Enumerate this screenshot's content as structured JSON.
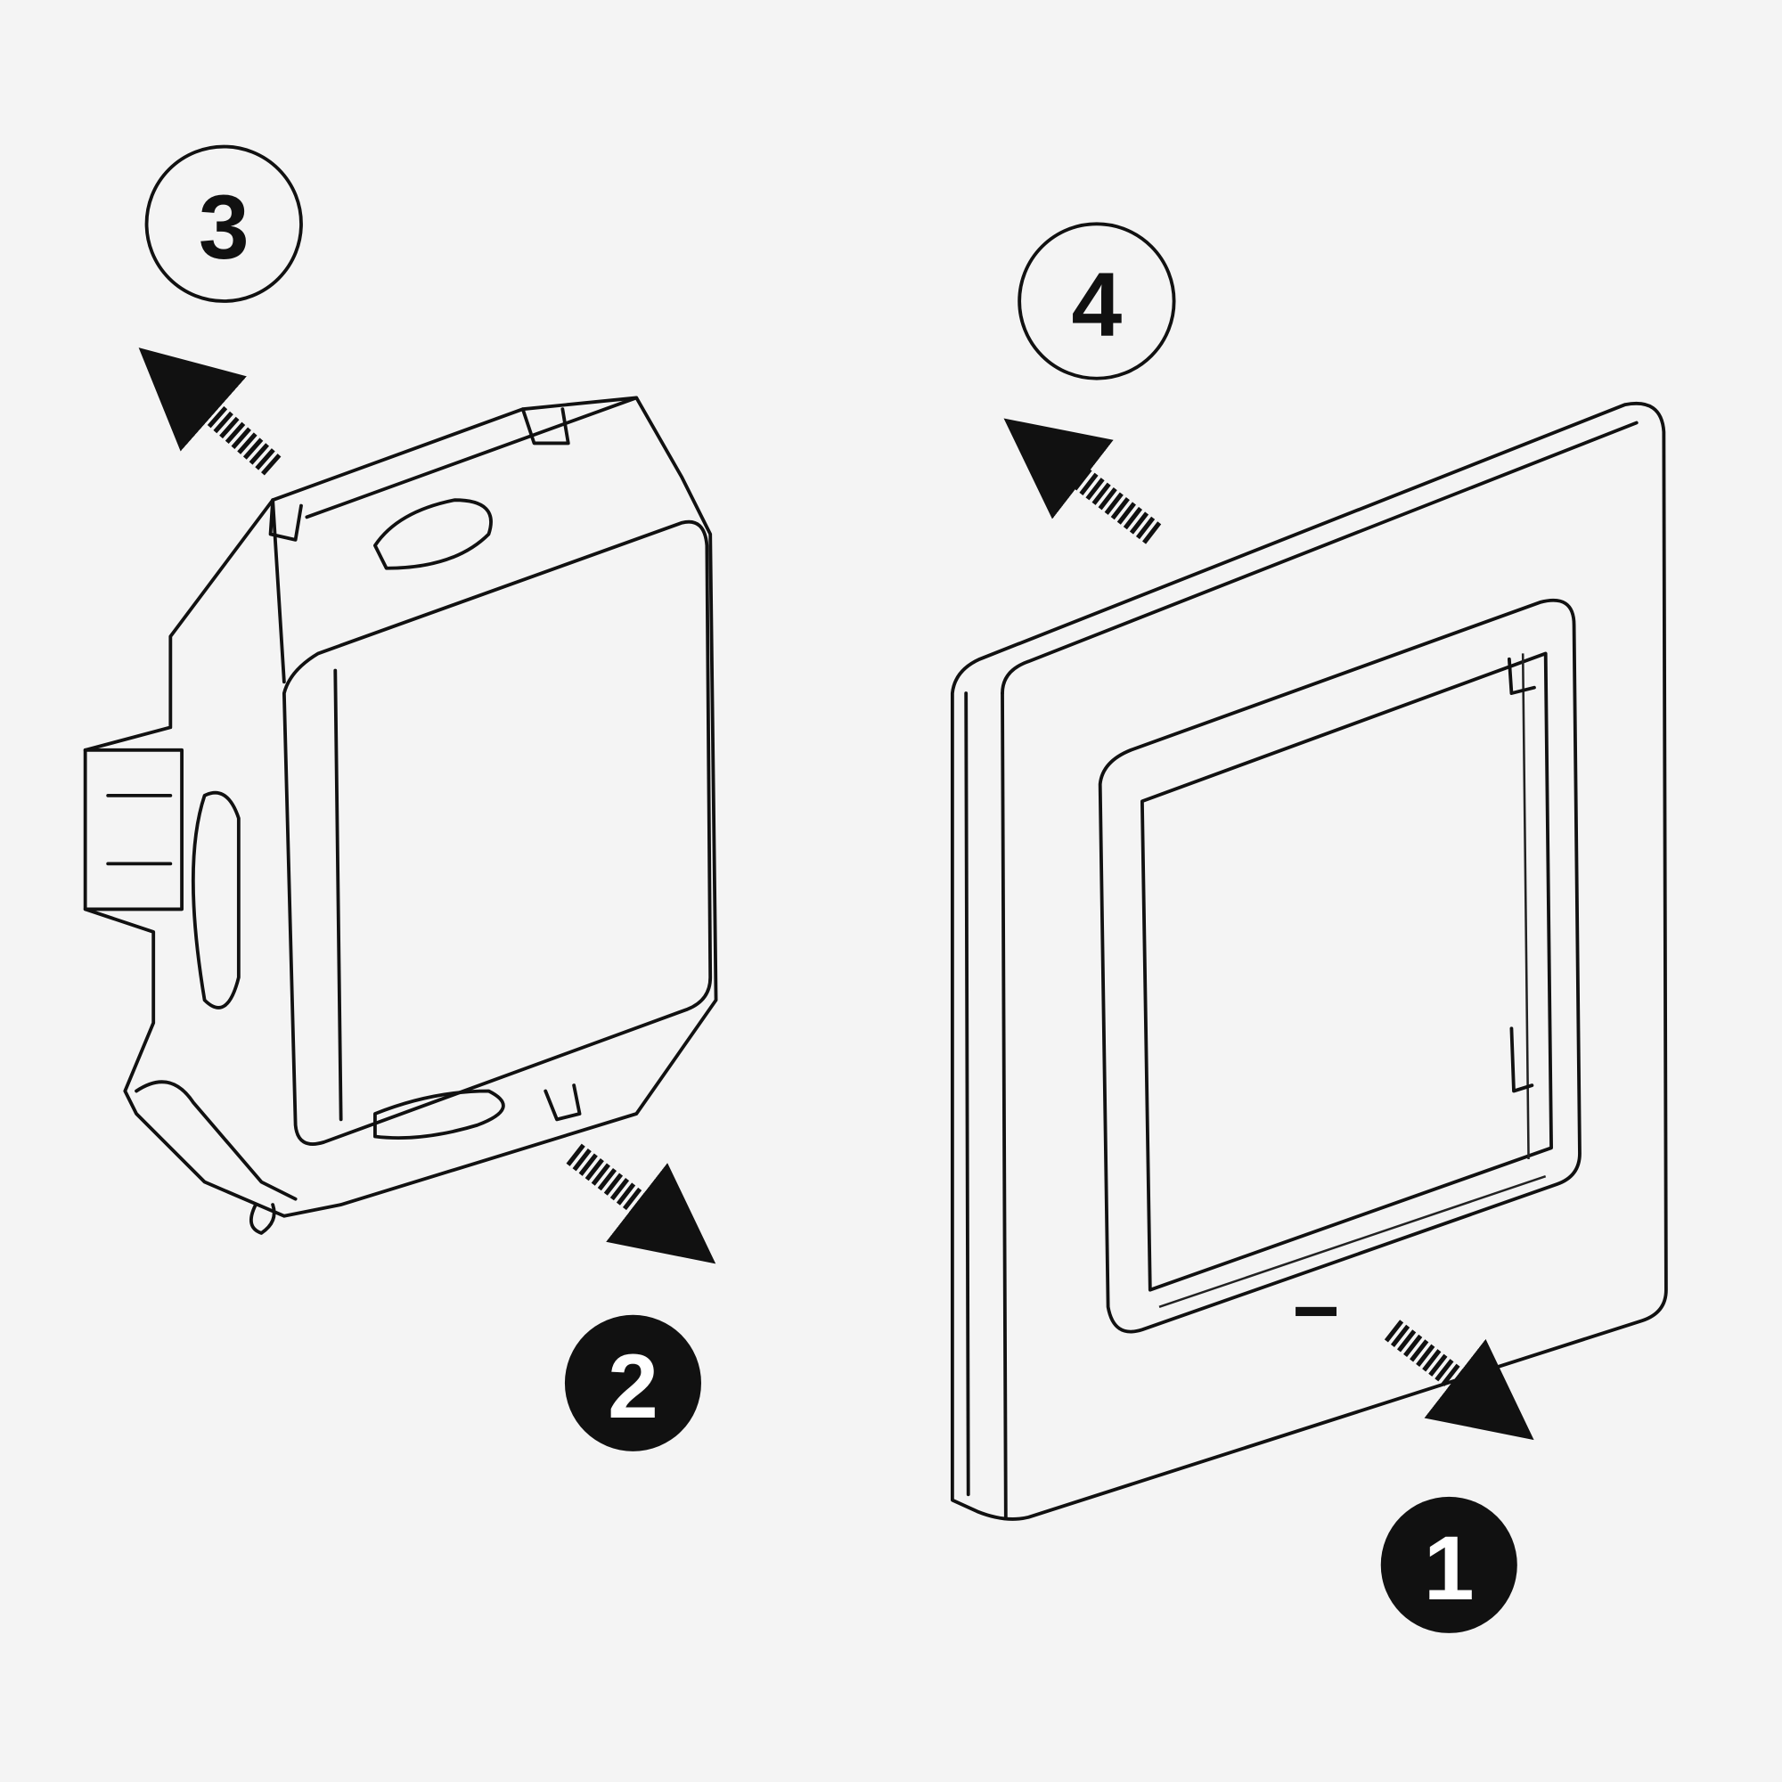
{
  "diagram": {
    "steps": [
      {
        "label": "1",
        "style": "filled"
      },
      {
        "label": "2",
        "style": "filled"
      },
      {
        "label": "3",
        "style": "outline"
      },
      {
        "label": "4",
        "style": "outline"
      }
    ],
    "colors": {
      "ink": "#111111",
      "background": "#f4f4f4"
    }
  }
}
